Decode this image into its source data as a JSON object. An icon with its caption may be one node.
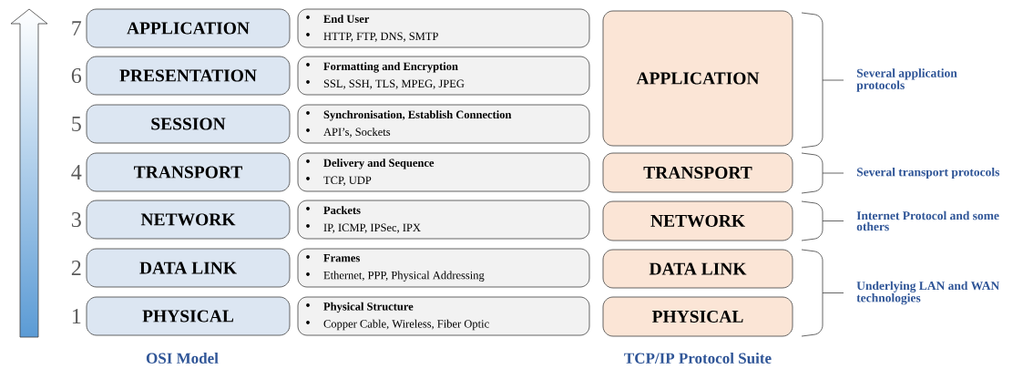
{
  "diagram": {
    "nodes": [
      {
        "text": [
          "APPLICATION"
        ],
        "beside": [
          "7"
        ]
      },
      {
        "text": [
          "PRESENTATION"
        ],
        "beside": [
          "6"
        ]
      },
      {
        "text": [
          "SESSION"
        ],
        "beside": [
          "5"
        ]
      },
      {
        "text": [
          "TRANSPORT"
        ],
        "beside": [
          "4"
        ]
      },
      {
        "text": [
          "NETWORK"
        ],
        "beside": [
          "3"
        ]
      },
      {
        "text": [
          "DATA LINK"
        ],
        "beside": [
          "2"
        ]
      },
      {
        "text": [
          "PHYSICAL"
        ],
        "beside": [
          "1"
        ]
      },
      {
        "text": [
          "End User",
          "HTTP, FTP, DNS, SMTP"
        ]
      },
      {
        "text": [
          "Formatting and Encryption",
          "SSL, SSH, TLS, MPEG, JPEG"
        ]
      },
      {
        "text": [
          "Synchronisation, Establish Connection",
          "API’s, Sockets"
        ]
      },
      {
        "text": [
          "Delivery and Sequence",
          "TCP, UDP"
        ]
      },
      {
        "text": [
          "Packets",
          "IP, ICMP, IPSec, IPX"
        ]
      },
      {
        "text": [
          "Frames",
          "Ethernet, PPP, Physical Addressing"
        ]
      },
      {
        "text": [
          "Physical Structure",
          "Copper Cable, Wireless, Fiber Optic"
        ]
      },
      {
        "text": [
          "APPLICATION"
        ]
      },
      {
        "text": [
          "TRANSPORT"
        ]
      },
      {
        "text": [
          "NETWORK"
        ]
      },
      {
        "text": [
          "DATA LINK"
        ]
      },
      {
        "text": [
          "PHYSICAL"
        ]
      }
    ],
    "labels": [
      "Several application protocols",
      "Several transport protocols",
      "Internet Protocol and some others",
      "Underlying LAN and WAN technologies",
      "OSI Model",
      "TCP/IP Protocol Suite"
    ]
  }
}
